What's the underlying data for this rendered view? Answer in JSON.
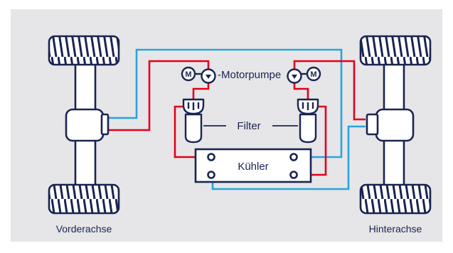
{
  "labels": {
    "pump": "-Motorpumpe",
    "filter": "Filter",
    "cooler": "Kühler",
    "front_axle": "Vorderachse",
    "rear_axle": "Hinterachse",
    "motor_symbol": "M"
  },
  "colors": {
    "background": "#ffffff",
    "panel": "#e6e6e8",
    "stroke": "#1a2452",
    "fill": "#ffffff",
    "hot_line": "#e3001b",
    "cold_line": "#29a3dc",
    "text": "#1a2452"
  }
}
